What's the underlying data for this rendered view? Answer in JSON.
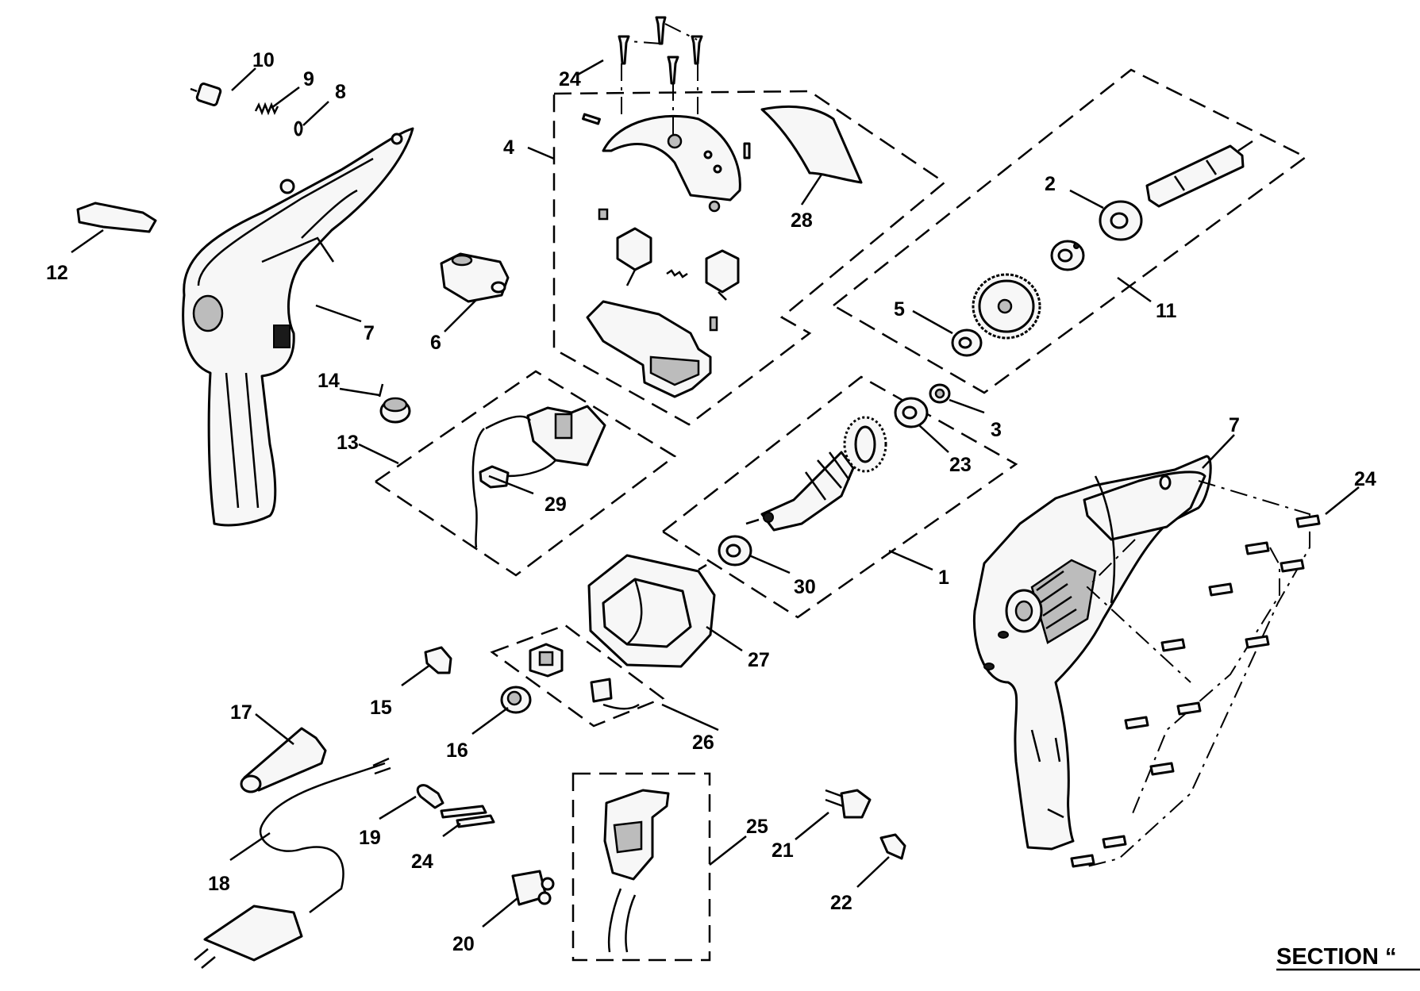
{
  "section_title": "SECTION “",
  "callouts": {
    "c1": "1",
    "c2": "2",
    "c3": "3",
    "c4": "4",
    "c5": "5",
    "c6": "6",
    "c7a": "7",
    "c7b": "7",
    "c8": "8",
    "c9": "9",
    "c10": "10",
    "c11": "11",
    "c12": "12",
    "c13": "13",
    "c14": "14",
    "c15": "15",
    "c16": "16",
    "c17": "17",
    "c18": "18",
    "c19": "19",
    "c20": "20",
    "c21": "21",
    "c22": "22",
    "c23": "23",
    "c24a": "24",
    "c24b": "24",
    "c24c": "24",
    "c25": "25",
    "c26": "26",
    "c27": "27",
    "c28": "28",
    "c29": "29",
    "c30": "30"
  }
}
